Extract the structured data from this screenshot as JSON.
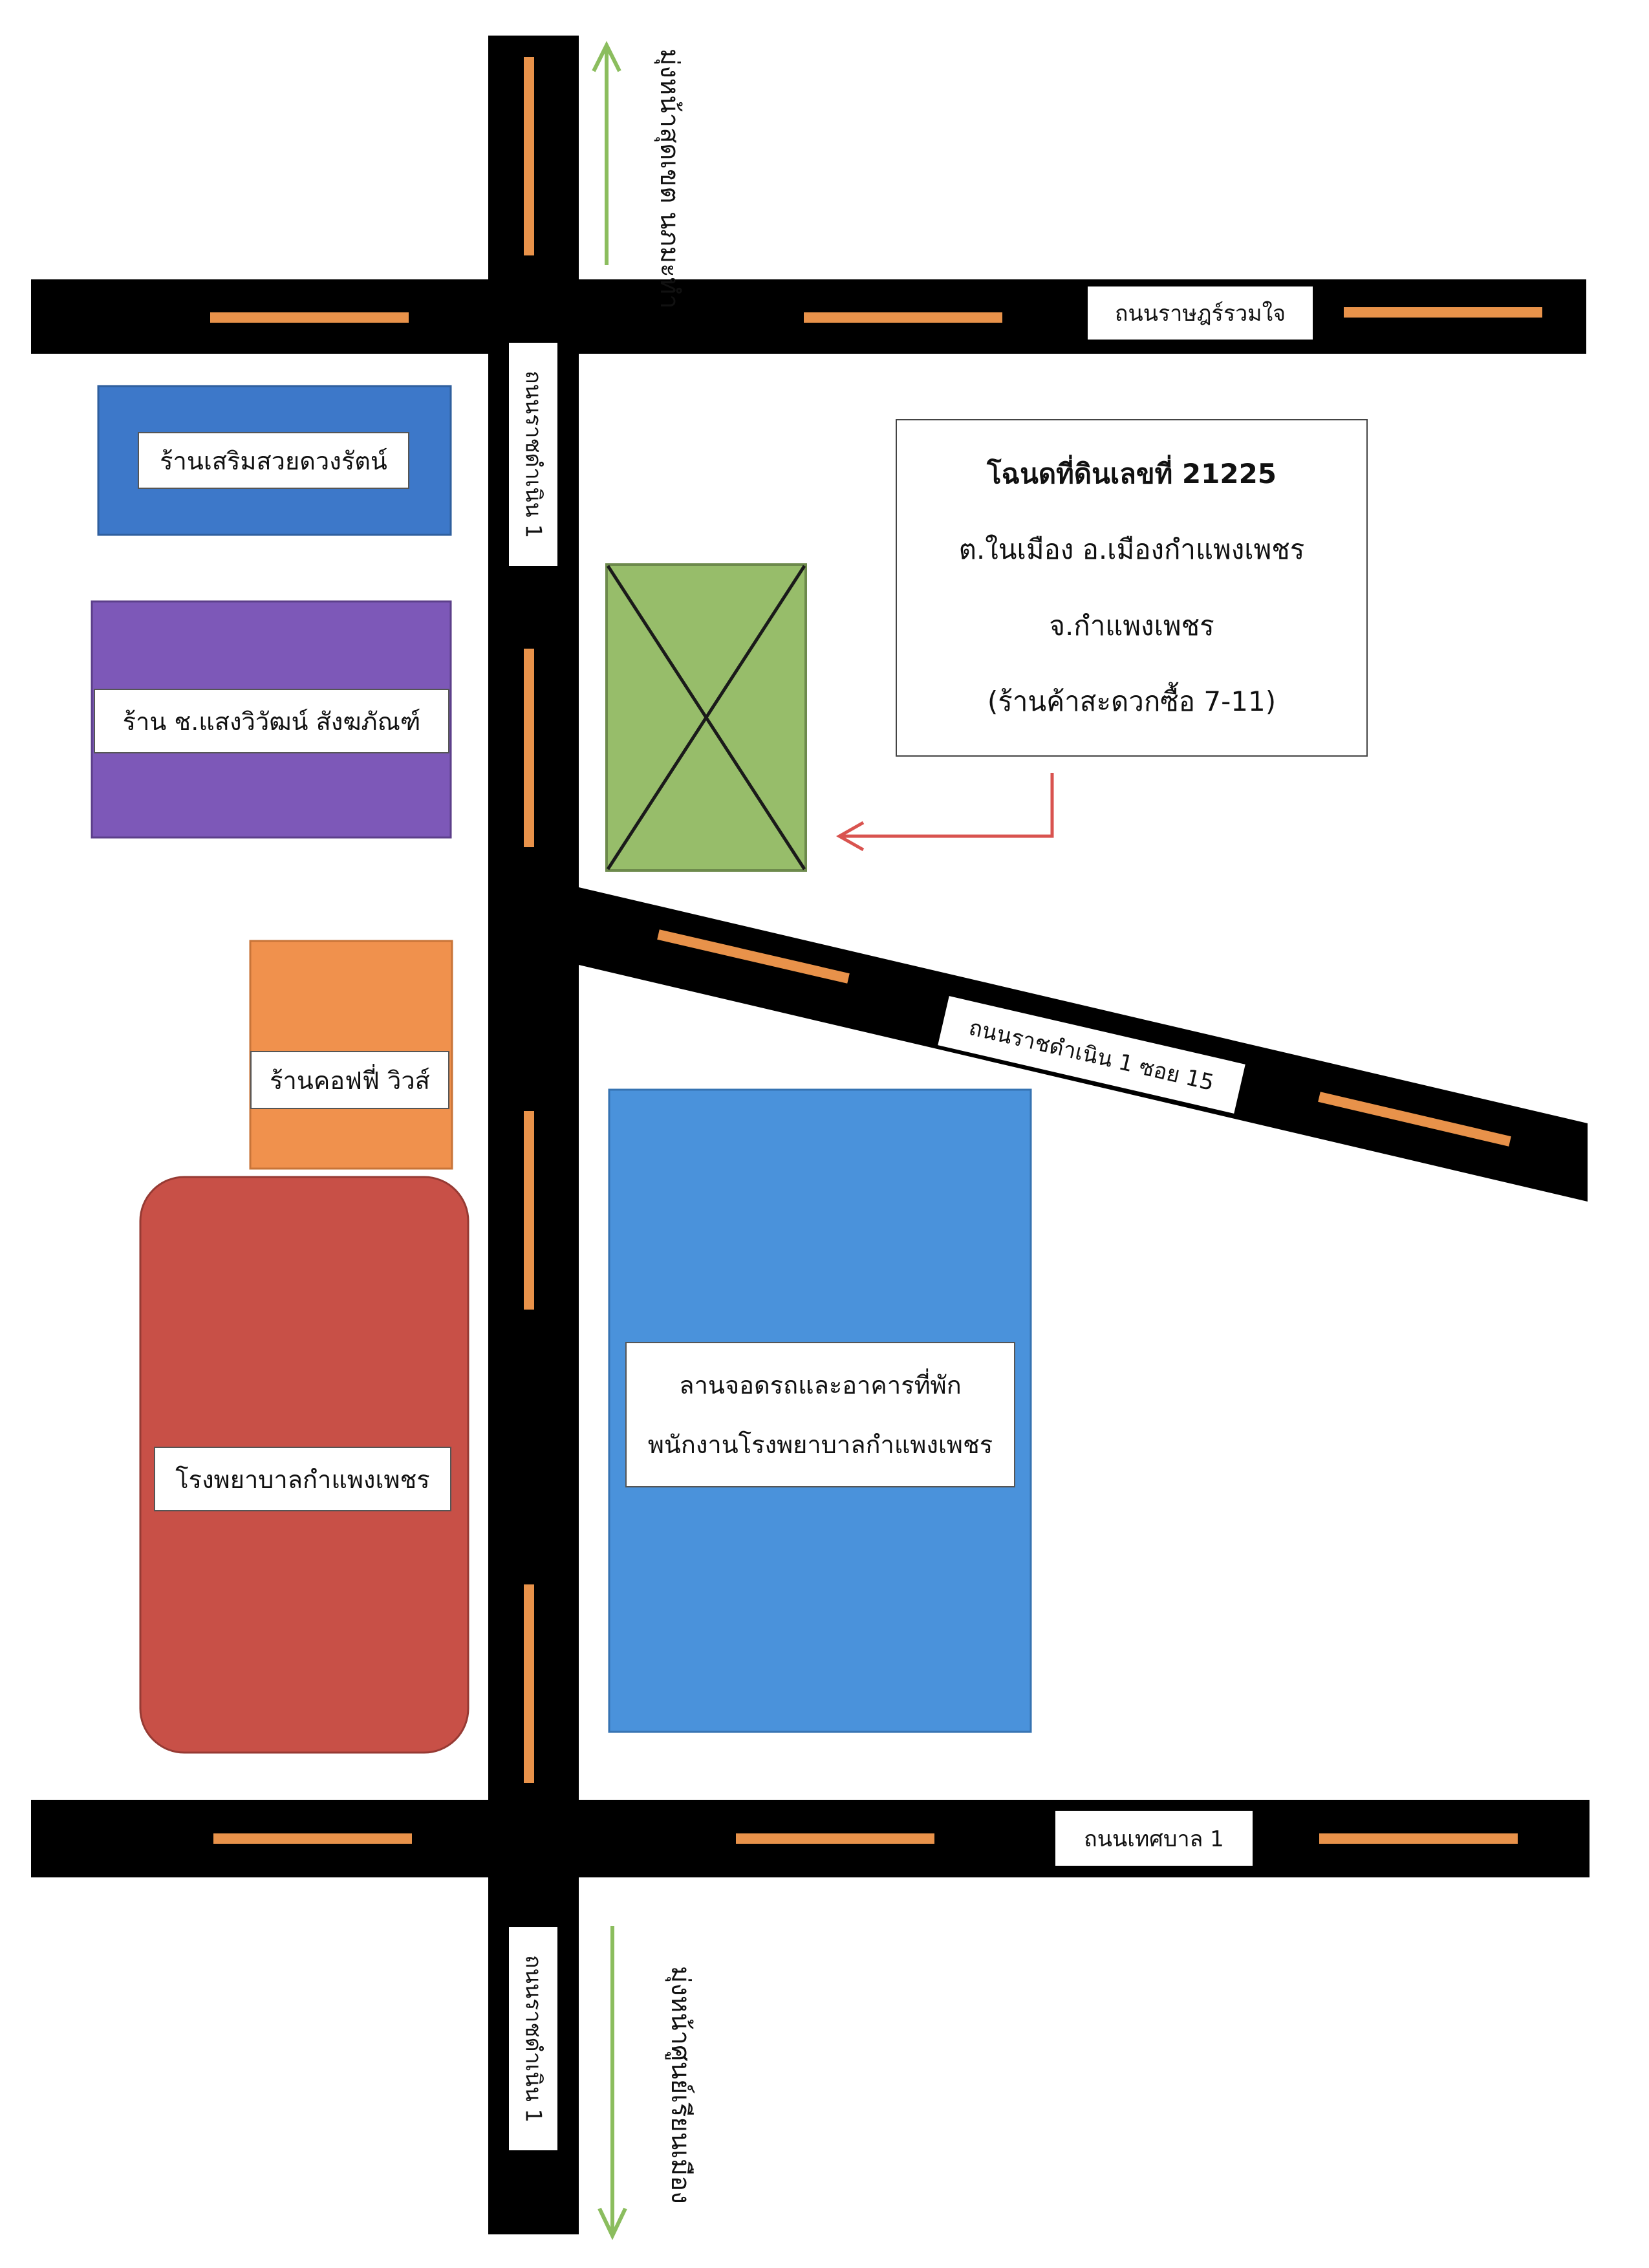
{
  "roads": {
    "top_road": "ถนนราษฎร์รวมใจ",
    "bottom_road": "ถนนเทศบาล 1",
    "vertical_upper": "ถนนราชดำเนิน 1",
    "vertical_lower": "ถนนราชดำเนิน 1",
    "diagonal_soi": "ถนนราชดำเนิน 1 ซอย 15"
  },
  "directions": {
    "north": "มุ่งหน้าสุดเขต นภมะทำ",
    "south": "มุ่งหน้าศูนย์เรียนเมือง"
  },
  "buildings": {
    "beauty_salon": "ร้านเสริมสวยดวงรัตน์",
    "electric_shop": "ร้าน ช.แสงวิวัฒน์ สังฆภัณฑ์",
    "coffee_shop": "ร้านคอฟฟี่ วิวส์",
    "hospital": "โรงพยาบาลกำแพงเพชร",
    "parking_line1": "ลานจอดรถและอาคารที่พัก",
    "parking_line2": "พนักงานโรงพยาบาลกำแพงเพชร"
  },
  "deed": {
    "title": "โฉนดที่ดินเลขที่ 21225",
    "location": "ต.ในเมือง อ.เมืองกำแพงเพชร",
    "province": "จ.กำแพงเพชร",
    "store": "(ร้านค้าสะดวกซื้อ 7-11)"
  },
  "colors": {
    "road": "#000000",
    "lane_marking": "#e8924a",
    "direction_arrow": "#8bbd5e",
    "pointer_arrow": "#d9534f",
    "beauty_salon": "#3d78c9",
    "electric_shop": "#7d58b8",
    "coffee_shop": "#f0914d",
    "hospital": "#c85047",
    "parking": "#4a92db",
    "plot": "#97bd6a"
  },
  "icons": {
    "plot_marker": "x-cross-icon",
    "north_arrow": "arrow-up-icon",
    "south_arrow": "arrow-down-icon",
    "pointer": "arrow-left-icon"
  }
}
